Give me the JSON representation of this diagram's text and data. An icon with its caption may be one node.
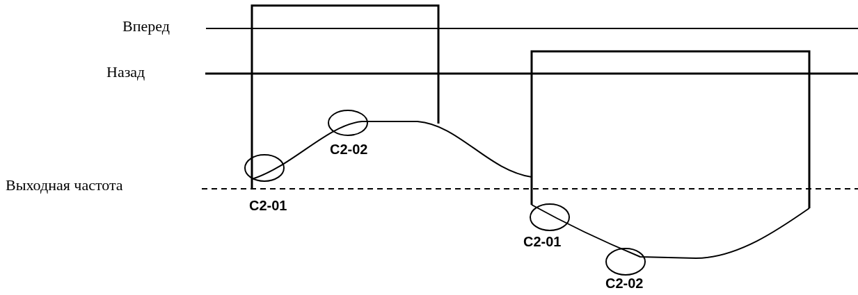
{
  "diagram": {
    "labels": [
      "Вперед",
      "Назад",
      "C2-02",
      "Выходная частота",
      "C2-01",
      "C2-01",
      "C2-02"
    ]
  }
}
